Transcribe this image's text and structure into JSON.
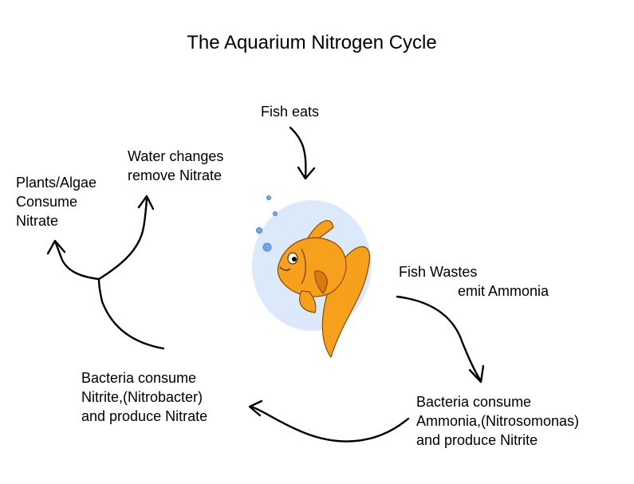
{
  "title": "The Aquarium Nitrogen Cycle",
  "labels": {
    "fish_eats": "Fish eats",
    "fish_wastes": [
      "Fish Wastes",
      "emit Ammonia"
    ],
    "bacteria_ammonia": [
      "Bacteria consume",
      "Ammonia,(Nitrosomonas)",
      "and produce Nitrite"
    ],
    "bacteria_nitrite": [
      "Bacteria consume",
      "Nitrite,(Nitrobacter)",
      "and produce Nitrate"
    ],
    "plants": [
      "Plants/Algae",
      "Consume",
      "Nitrate"
    ],
    "water_changes": [
      "Water changes",
      "remove Nitrate"
    ]
  },
  "colors": {
    "ink": "#000000",
    "fishbowl": "#dce9fb",
    "fish_body": "#f7a01c",
    "fish_dark": "#d87b0a",
    "bubble": "#6fa8e8"
  },
  "icons": [
    "goldfish-icon",
    "fishbowl-icon",
    "bubble-icon"
  ]
}
